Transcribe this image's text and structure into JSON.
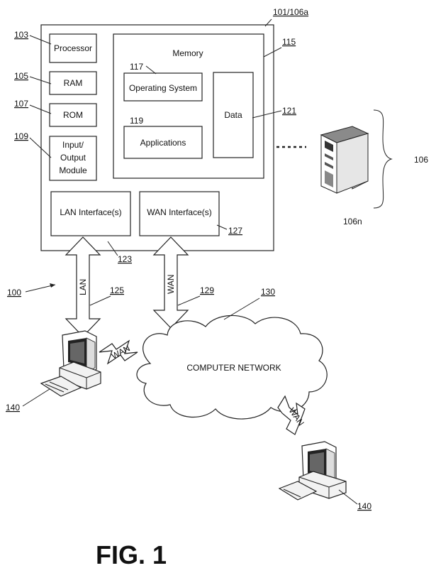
{
  "figure_label": "FIG. 1",
  "system": {
    "ref": "101/106a",
    "processor": {
      "label": "Processor",
      "ref": "103"
    },
    "ram": {
      "label": "RAM",
      "ref": "105"
    },
    "rom": {
      "label": "ROM",
      "ref": "107"
    },
    "io": {
      "label_line1": "Input/",
      "label_line2": "Output",
      "label_line3": "Module",
      "ref": "109"
    },
    "memory": {
      "label": "Memory",
      "ref": "115",
      "os": {
        "label": "Operating System",
        "ref": "117"
      },
      "apps": {
        "label": "Applications",
        "ref": "119"
      },
      "data": {
        "label": "Data",
        "ref": "121"
      }
    },
    "lan_interface": {
      "label": "LAN Interface(s)",
      "ref": "123"
    },
    "wan_interface": {
      "label": "WAN Interface(s)",
      "ref": "127"
    }
  },
  "server_group": {
    "ref": "106",
    "item_ref": "106n",
    "icon": "server-tower-icon"
  },
  "system_ref": "100",
  "lan_link": {
    "label": "LAN",
    "ref": "125"
  },
  "wan_link": {
    "label": "WAN",
    "ref": "129"
  },
  "network": {
    "label": "COMPUTER NETWORK",
    "ref": "130"
  },
  "terminal_left": {
    "ref": "140",
    "wireless_label": "WAN",
    "icon": "desktop-computer-icon"
  },
  "terminal_right": {
    "ref": "140",
    "wireless_label": "WAN",
    "icon": "desktop-computer-icon"
  }
}
